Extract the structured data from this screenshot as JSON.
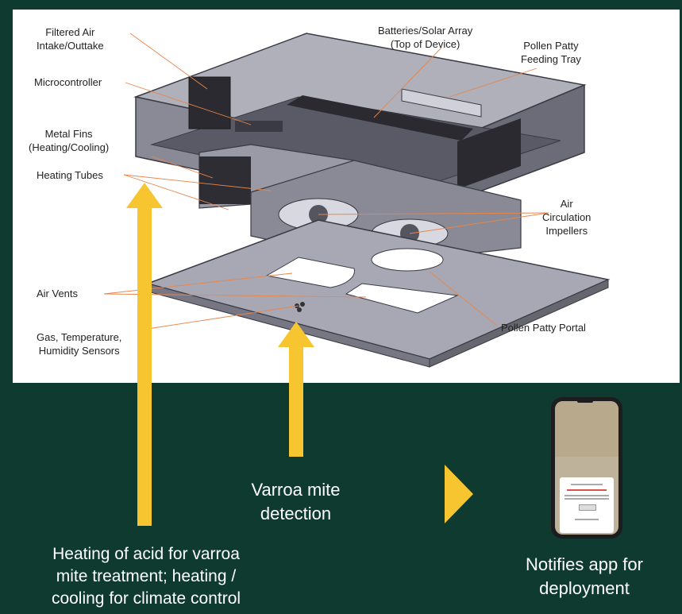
{
  "colors": {
    "background": "#0f3a30",
    "arrow": "#f7c530",
    "leader": "#e8864a",
    "device_dark": "#55555f",
    "device_mid": "#8a8a96",
    "device_light": "#b0b0ba"
  },
  "labels": {
    "filtered_air": [
      "Filtered Air",
      "Intake/Outtake"
    ],
    "microcontroller": "Microcontroller",
    "metal_fins": [
      "Metal Fins",
      "(Heating/Cooling)"
    ],
    "heating_tubes": "Heating Tubes",
    "air_vents": "Air Vents",
    "sensors": [
      "Gas, Temperature,",
      "Humidity Sensors"
    ],
    "batteries": [
      "Batteries/Solar Array",
      "(Top of Device)"
    ],
    "pollen_tray": [
      "Pollen Patty",
      "Feeding Tray"
    ],
    "impellers": [
      "Air",
      "Circulation",
      "Impellers"
    ],
    "pollen_portal": "Pollen Patty Portal"
  },
  "captions": {
    "varroa_detection": [
      "Varroa mite",
      "detection"
    ],
    "heating": [
      "Heating of acid for varroa",
      "mite treatment; heating /",
      "cooling for climate control"
    ],
    "notifies": [
      "Notifies app for",
      "deployment"
    ]
  }
}
